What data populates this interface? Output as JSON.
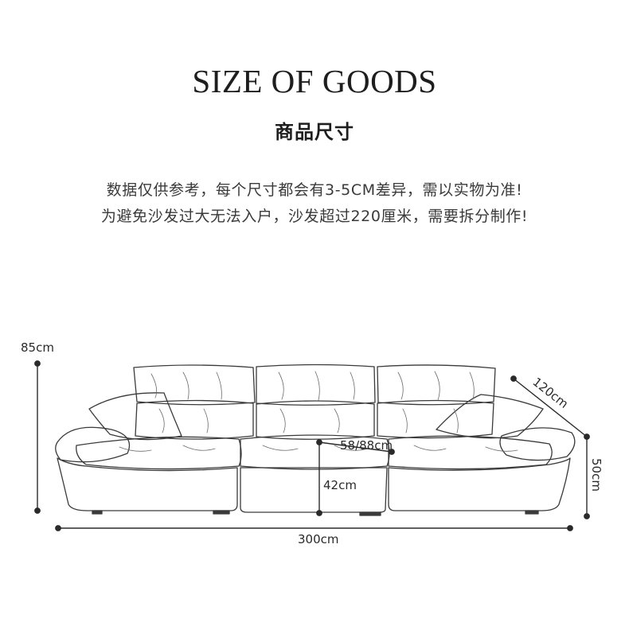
{
  "title_en": "SIZE OF GOODS",
  "title_cn": "商品尺寸",
  "notes": [
    "数据仅供参考，每个尺寸都会有3-5CM差异，需以实物为准!",
    "为避免沙发过大无法入户，沙发超过220厘米，需要拆分制作!"
  ],
  "dimensions": {
    "height": "85cm",
    "depth": "120cm",
    "seat_depth": "58/88cm",
    "seat_height": "42cm",
    "arm_height": "50cm",
    "length": "300cm"
  },
  "colors": {
    "ink": "#2a2a2a",
    "background": "#ffffff"
  }
}
